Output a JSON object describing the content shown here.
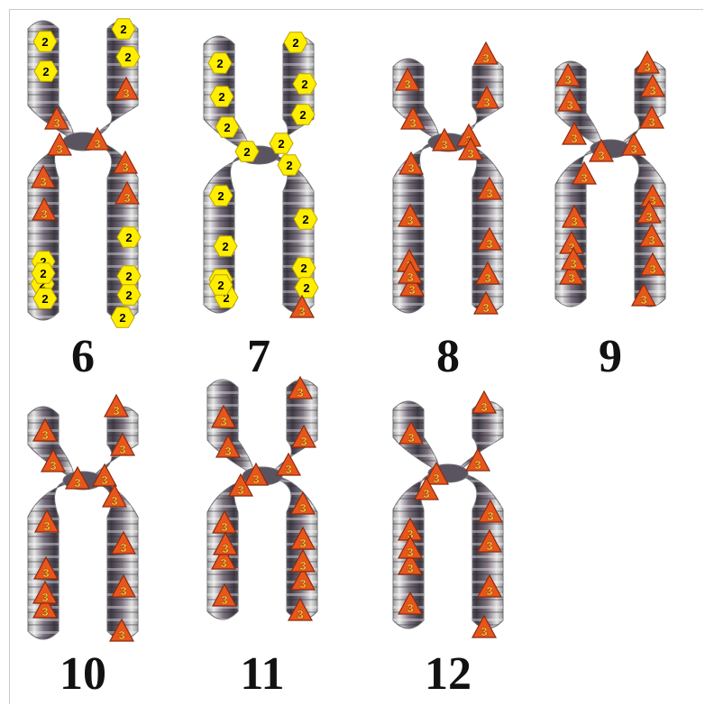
{
  "legend_colors": {
    "hexagon": "#ffee00",
    "hexagon_stroke": "#b8a400",
    "triangle": "#e8561c",
    "triangle_stroke": "#8a2a10",
    "triangle_text": "#ffe24a"
  },
  "chromosomes": [
    {
      "label": "6",
      "markers": [
        {
          "type": "hex",
          "value": "2"
        },
        {
          "type": "hex",
          "value": "2"
        },
        {
          "type": "hex",
          "value": "2"
        },
        {
          "type": "hex",
          "value": "2"
        },
        {
          "type": "tri",
          "value": "3"
        },
        {
          "type": "tri",
          "value": "3"
        },
        {
          "type": "tri",
          "value": "3"
        },
        {
          "type": "tri",
          "value": "3"
        },
        {
          "type": "tri",
          "value": "3"
        },
        {
          "type": "tri",
          "value": "3"
        },
        {
          "type": "tri",
          "value": "3"
        },
        {
          "type": "tri",
          "value": "3"
        },
        {
          "type": "hex",
          "value": "2"
        },
        {
          "type": "hex",
          "value": "2"
        },
        {
          "type": "hex",
          "value": "2"
        },
        {
          "type": "hex",
          "value": "2"
        },
        {
          "type": "hex",
          "value": "2"
        },
        {
          "type": "hex",
          "value": "2"
        },
        {
          "type": "hex",
          "value": "2"
        },
        {
          "type": "hex",
          "value": "2"
        }
      ]
    },
    {
      "label": "7",
      "markers": [
        {
          "type": "hex",
          "value": "2"
        },
        {
          "type": "hex",
          "value": "2"
        },
        {
          "type": "hex",
          "value": "2"
        },
        {
          "type": "hex",
          "value": "2"
        },
        {
          "type": "hex",
          "value": "2"
        },
        {
          "type": "hex",
          "value": "2"
        },
        {
          "type": "hex",
          "value": "2"
        },
        {
          "type": "hex",
          "value": "2"
        },
        {
          "type": "hex",
          "value": "2"
        },
        {
          "type": "hex",
          "value": "2"
        },
        {
          "type": "hex",
          "value": "2"
        },
        {
          "type": "hex",
          "value": "2"
        },
        {
          "type": "hex",
          "value": "2"
        },
        {
          "type": "hex",
          "value": "2"
        },
        {
          "type": "hex",
          "value": "2"
        },
        {
          "type": "hex",
          "value": "2"
        },
        {
          "type": "hex",
          "value": "2"
        },
        {
          "type": "tri",
          "value": "3"
        }
      ]
    },
    {
      "label": "8",
      "markers": [
        {
          "type": "tri",
          "value": "3"
        },
        {
          "type": "tri",
          "value": "3"
        },
        {
          "type": "tri",
          "value": "3"
        },
        {
          "type": "tri",
          "value": "3"
        },
        {
          "type": "tri",
          "value": "3"
        },
        {
          "type": "tri",
          "value": "3"
        },
        {
          "type": "tri",
          "value": "3"
        },
        {
          "type": "tri",
          "value": "3"
        },
        {
          "type": "tri",
          "value": "3"
        },
        {
          "type": "tri",
          "value": "3"
        },
        {
          "type": "tri",
          "value": "3"
        },
        {
          "type": "tri",
          "value": "3"
        },
        {
          "type": "tri",
          "value": "3"
        },
        {
          "type": "tri",
          "value": "3"
        },
        {
          "type": "tri",
          "value": "3"
        },
        {
          "type": "tri",
          "value": "3"
        }
      ]
    },
    {
      "label": "9",
      "markers": [
        {
          "type": "tri",
          "value": "3"
        },
        {
          "type": "tri",
          "value": "3"
        },
        {
          "type": "tri",
          "value": "3"
        },
        {
          "type": "tri",
          "value": "3"
        },
        {
          "type": "tri",
          "value": "3"
        },
        {
          "type": "tri",
          "value": "3"
        },
        {
          "type": "tri",
          "value": "3"
        },
        {
          "type": "tri",
          "value": "3"
        },
        {
          "type": "tri",
          "value": "3"
        },
        {
          "type": "tri",
          "value": "3"
        },
        {
          "type": "tri",
          "value": "3"
        },
        {
          "type": "tri",
          "value": "3"
        },
        {
          "type": "tri",
          "value": "3"
        },
        {
          "type": "tri",
          "value": "3"
        },
        {
          "type": "tri",
          "value": "3"
        },
        {
          "type": "tri",
          "value": "3"
        },
        {
          "type": "tri",
          "value": "3"
        },
        {
          "type": "tri",
          "value": "3"
        }
      ]
    },
    {
      "label": "10",
      "markers": [
        {
          "type": "tri",
          "value": "3"
        },
        {
          "type": "tri",
          "value": "3"
        },
        {
          "type": "tri",
          "value": "3"
        },
        {
          "type": "tri",
          "value": "3"
        },
        {
          "type": "tri",
          "value": "3"
        },
        {
          "type": "tri",
          "value": "3"
        },
        {
          "type": "tri",
          "value": "3"
        },
        {
          "type": "tri",
          "value": "3"
        },
        {
          "type": "tri",
          "value": "3"
        },
        {
          "type": "tri",
          "value": "3"
        },
        {
          "type": "tri",
          "value": "3"
        },
        {
          "type": "tri",
          "value": "3"
        },
        {
          "type": "tri",
          "value": "3"
        },
        {
          "type": "tri",
          "value": "3"
        }
      ]
    },
    {
      "label": "11",
      "markers": [
        {
          "type": "tri",
          "value": "3"
        },
        {
          "type": "tri",
          "value": "3"
        },
        {
          "type": "tri",
          "value": "3"
        },
        {
          "type": "tri",
          "value": "3"
        },
        {
          "type": "tri",
          "value": "3"
        },
        {
          "type": "tri",
          "value": "3"
        },
        {
          "type": "tri",
          "value": "3"
        },
        {
          "type": "tri",
          "value": "3"
        },
        {
          "type": "tri",
          "value": "3"
        },
        {
          "type": "tri",
          "value": "3"
        },
        {
          "type": "tri",
          "value": "3"
        },
        {
          "type": "tri",
          "value": "3"
        },
        {
          "type": "tri",
          "value": "3"
        },
        {
          "type": "tri",
          "value": "3"
        },
        {
          "type": "tri",
          "value": "3"
        },
        {
          "type": "tri",
          "value": "3"
        }
      ]
    },
    {
      "label": "12",
      "markers": [
        {
          "type": "tri",
          "value": "3"
        },
        {
          "type": "tri",
          "value": "3"
        },
        {
          "type": "tri",
          "value": "3"
        },
        {
          "type": "tri",
          "value": "3"
        },
        {
          "type": "tri",
          "value": "3"
        },
        {
          "type": "tri",
          "value": "3"
        },
        {
          "type": "tri",
          "value": "3"
        },
        {
          "type": "tri",
          "value": "3"
        },
        {
          "type": "tri",
          "value": "3"
        },
        {
          "type": "tri",
          "value": "3"
        },
        {
          "type": "tri",
          "value": "3"
        },
        {
          "type": "tri",
          "value": "3"
        },
        {
          "type": "tri",
          "value": "3"
        }
      ]
    }
  ]
}
